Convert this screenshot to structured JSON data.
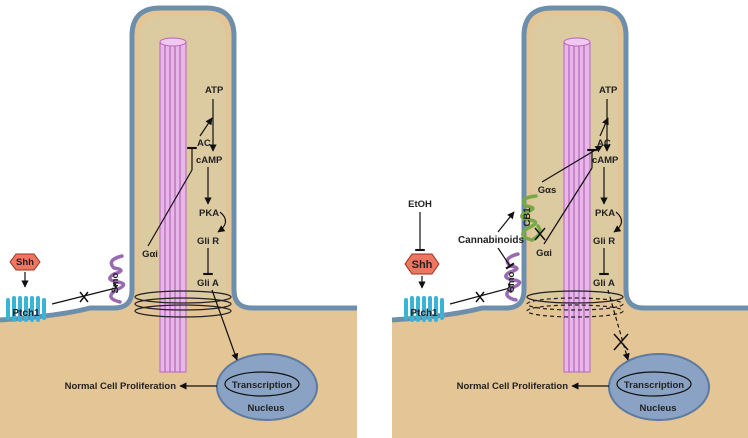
{
  "colors": {
    "cytoplasm": "#e4c595",
    "cilium_fill": "#dccaa1",
    "membrane": "#6e8fab",
    "axoneme": "#d490d6",
    "nucleus": "#8aa2c4",
    "shh": "#ec7660",
    "ptch1": "#39b3d6",
    "smo": "#9a6ab0",
    "cb1": "#77aa46"
  },
  "icons": [
    "ligand-hexagon",
    "receptor-helix",
    "microtubule-bundle",
    "nucleus-ellipse"
  ],
  "panels": [
    {
      "labels": {
        "shh": "Shh",
        "ptch1": "Ptch1",
        "smo": "Smo",
        "gai": "Gαi",
        "ac": "AC",
        "atp": "ATP",
        "camp": "cAMP",
        "pka": "PKA",
        "gli_r": "Gli R",
        "gli_a": "Gli A",
        "transcription": "Transcription",
        "nucleus": "Nucleus",
        "proliferation": "Normal Cell Proliferation"
      }
    },
    {
      "labels": {
        "etoh": "EtOH",
        "shh": "Shh",
        "ptch1": "Ptch1",
        "smo": "Smo",
        "cb1": "CB1",
        "gas": "Gαs",
        "gai": "Gαi",
        "cannabinoids": "Cannabinoids",
        "ac": "AC",
        "atp": "ATP",
        "camp": "cAMP",
        "pka": "PKA",
        "gli_r": "Gli R",
        "gli_a": "Gli A",
        "transcription": "Transcription",
        "nucleus": "Nucleus",
        "proliferation": "Normal Cell Proliferation"
      }
    }
  ]
}
